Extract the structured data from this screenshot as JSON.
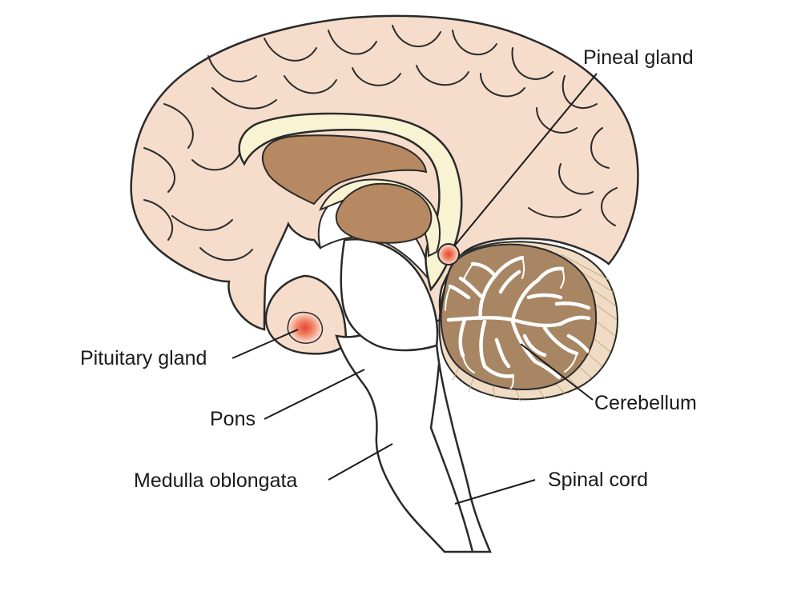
{
  "labels": {
    "pineal_gland": "Pineal gland",
    "pituitary_gland": "Pituitary gland",
    "pons": "Pons",
    "medulla_oblongata": "Medulla oblongata",
    "cerebellum": "Cerebellum",
    "spinal_cord": "Spinal cord"
  },
  "colors": {
    "cortex": "#f5dccb",
    "corpus_callosum": "#f8f3d3",
    "ventricle": "#b78962",
    "gland": "#f08062",
    "cerebellum_tissue": "#a88664",
    "outline": "#2a2a2a"
  }
}
